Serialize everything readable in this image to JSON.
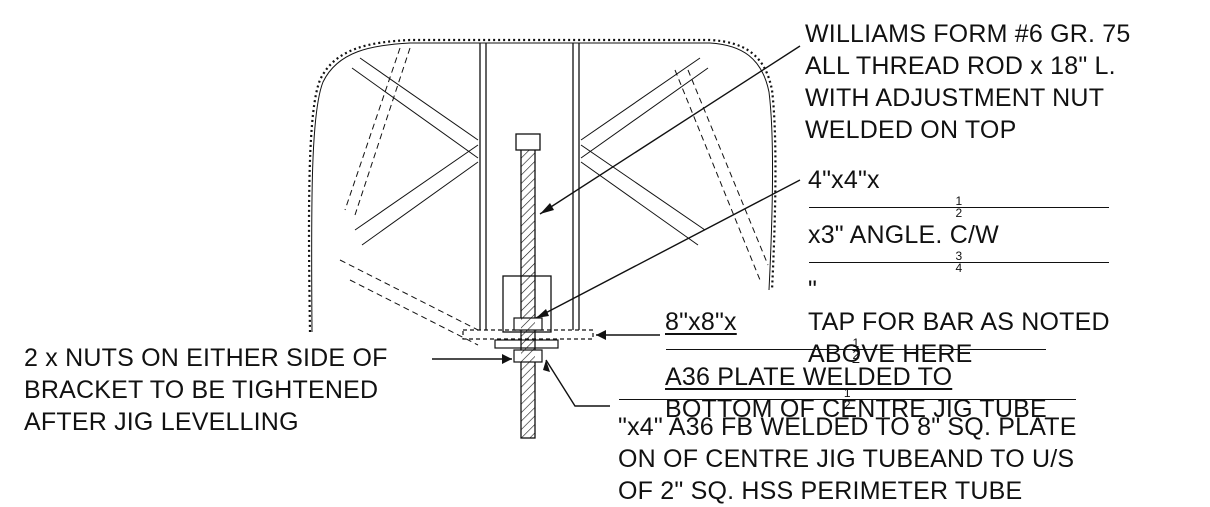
{
  "notes": {
    "rod": {
      "line1": "WILLIAMS FORM #6 GR. 75",
      "line2": "ALL THREAD ROD x 18\" L.",
      "line3": "WITH ADJUSTMENT NUT",
      "line4": "WELDED ON TOP"
    },
    "angle": {
      "line1_a": "4\"x4\"x",
      "half_num": "1",
      "half_den": "2",
      "line1_b": "x3\" ANGLE. C/W ",
      "tq_num": "3",
      "tq_den": "4",
      "line1_c": "\"",
      "line2": "TAP FOR BAR AS NOTED",
      "line3": "ABOVE HERE"
    },
    "plate": {
      "line1_a": "8\"x8\"x",
      "half_num": "1",
      "half_den": "2",
      "line1_b": " A36 PLATE WELDED TO",
      "line2": "BOTTOM OF CENTRE JIG TUBE"
    },
    "fb": {
      "half_num": "1",
      "half_den": "2",
      "line1_b": "\"x4\" A36 FB WELDED TO 8\" SQ. PLATE",
      "line2": "ON OF CENTRE JIG TUBEAND TO U/S",
      "line3": "OF 2\" SQ. HSS PERIMETER TUBE"
    },
    "nuts": {
      "line1": "2 x NUTS ON EITHER SIDE OF",
      "line2": "BRACKET TO BE TIGHTENED",
      "line3": "AFTER JIG LEVELLING"
    }
  },
  "colors": {
    "ink": "#111111",
    "paper": "#ffffff"
  }
}
